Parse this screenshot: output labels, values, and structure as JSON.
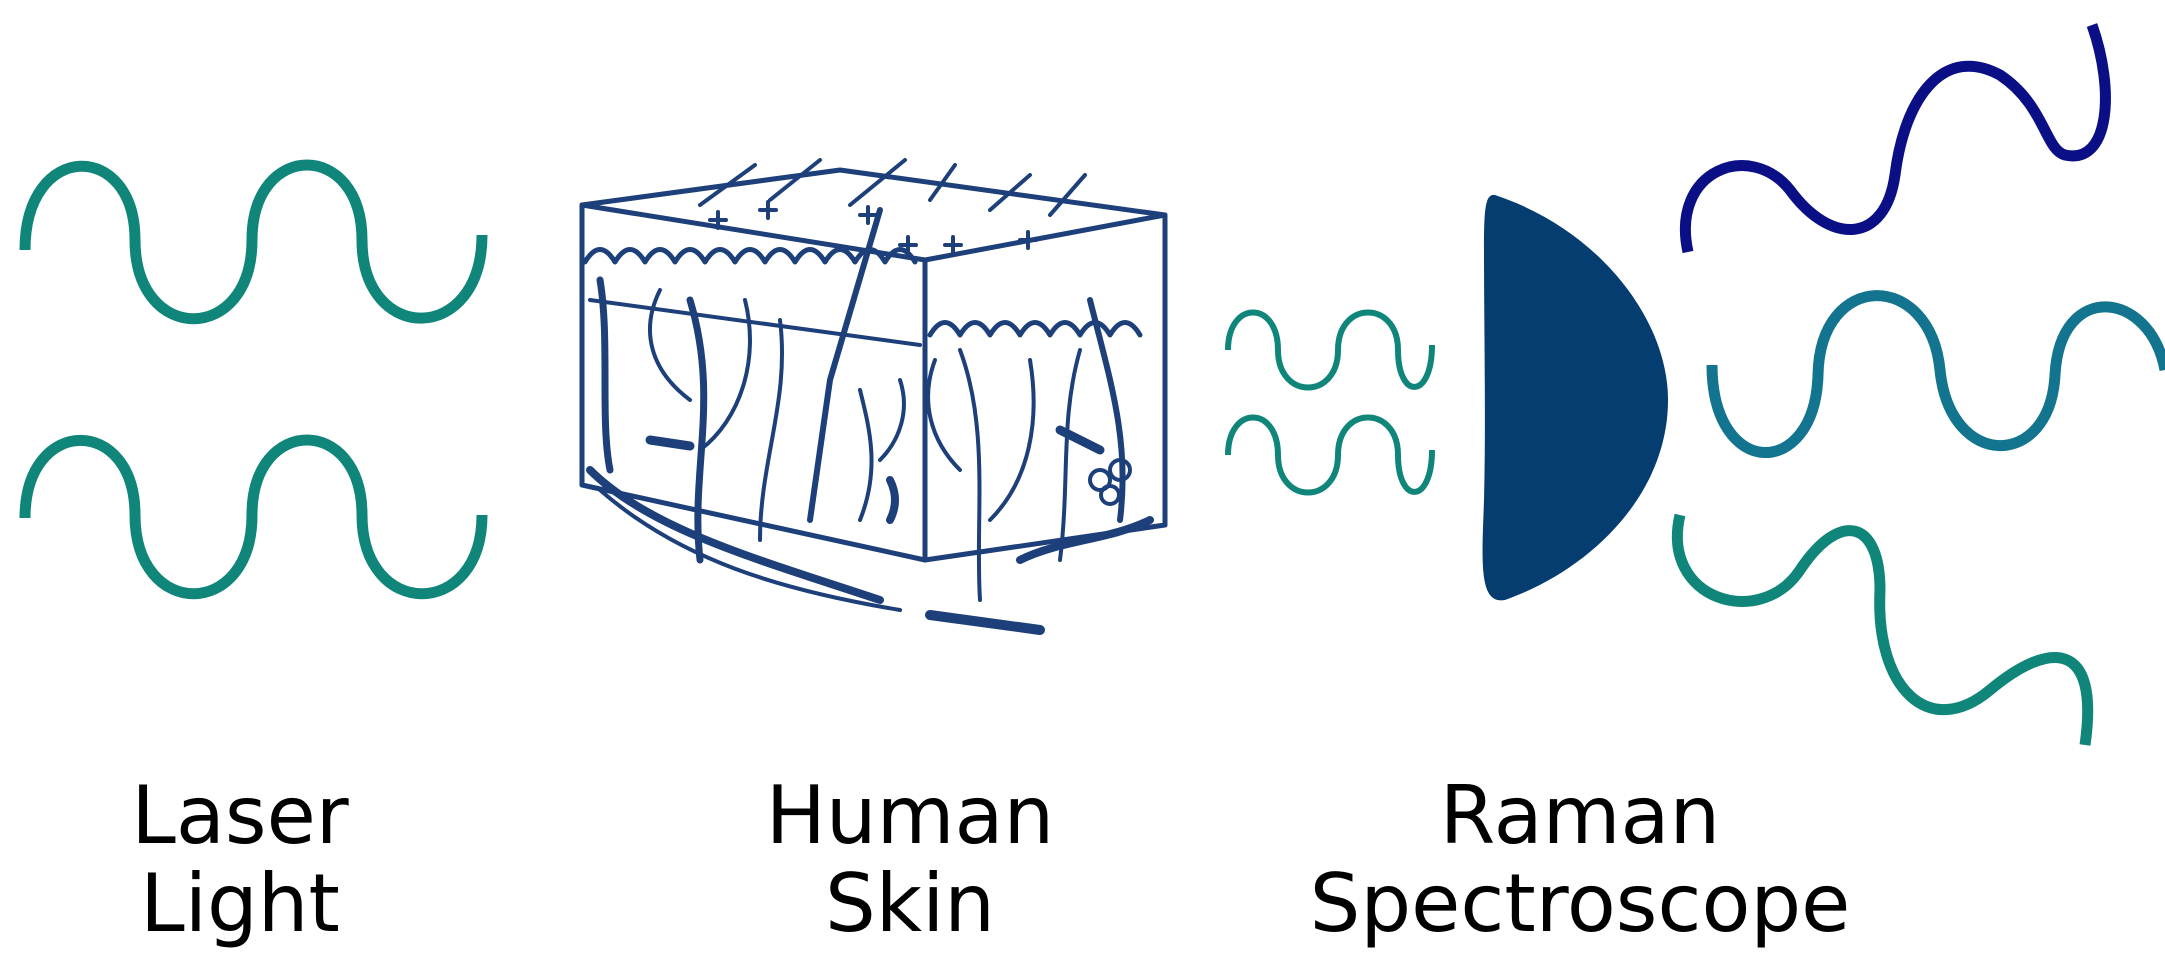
{
  "labels": {
    "laser": [
      "Laser",
      "Light"
    ],
    "skin": [
      "Human",
      "Skin"
    ],
    "raman": [
      "Raman",
      "Spectroscope"
    ]
  },
  "colors": {
    "teal": "#10857a",
    "skin_blue": "#1d3f7a",
    "lens": "#053d70",
    "navy_wave": "#0b0f86",
    "mid_wave": "#13748f"
  },
  "icons": {
    "laser": "laser-wave-icon",
    "skin": "skin-cross-section-icon",
    "lens": "spectroscope-lens-icon",
    "scatter": "scattered-wave-icon"
  }
}
